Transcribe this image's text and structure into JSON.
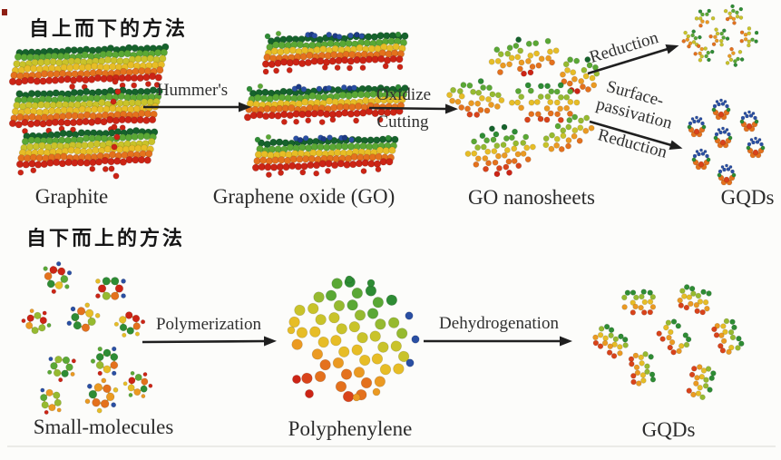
{
  "top_down": {
    "title": "自上而下的方法",
    "stages": {
      "graphite": "Graphite",
      "graphene_oxide": "Graphene oxide (GO)",
      "go_nanosheets": "GO nanosheets",
      "gqds": "GQDs"
    },
    "arrows": {
      "hummers": "Hummer's",
      "oxidize": "Oxidize",
      "cutting": "Cutting",
      "reduction": "Reduction",
      "surface_line1": "Surface-",
      "surface_line2": "passivation",
      "reduction2": "Reduction"
    }
  },
  "bottom_up": {
    "title": "自下而上的方法",
    "stages": {
      "small_molecules": "Small-molecules",
      "polyphenylene": "Polyphenylene",
      "gqds": "GQDs"
    },
    "arrows": {
      "polymerization": "Polymerization",
      "dehydrogenation": "Dehydrogenation"
    }
  },
  "colors": {
    "atom_green_dark": "#16632c",
    "atom_green": "#2e8c34",
    "atom_yellow_green": "#96ba30",
    "atom_yellow": "#e7bd26",
    "atom_orange": "#eb9a22",
    "atom_red_orange": "#e4711d",
    "atom_red": "#cc2415",
    "atom_blue": "#2a4fa3",
    "arrow": "#1f1f1f",
    "text": "#2a2a2a",
    "background": "#fcfcfa"
  }
}
